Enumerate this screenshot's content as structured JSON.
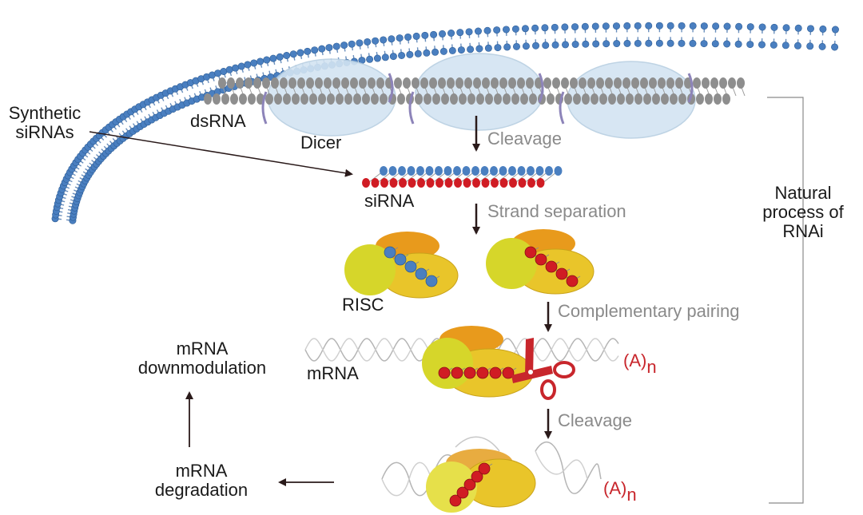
{
  "labels": {
    "synthetic_sirnas": [
      "Synthetic",
      "siRNAs"
    ],
    "dsrna": "dsRNA",
    "dicer": "Dicer",
    "sirna": "siRNA",
    "risc": "RISC",
    "mrna": "mRNA",
    "mrna_downmodulation": [
      "mRNA",
      "downmodulation"
    ],
    "mrna_degradation": [
      "mRNA",
      "degradation"
    ],
    "natural_process": [
      "Natural",
      "process of",
      "RNAi"
    ],
    "poly_a": "(A)",
    "poly_a_sub": "n"
  },
  "steps": {
    "cleavage_1": "Cleavage",
    "strand_separation": "Strand separation",
    "complementary_pairing": "Complementary pairing",
    "cleavage_2": "Cleavage"
  },
  "colors": {
    "membrane": "#3f6fa8",
    "dsrna": "#8e8e8e",
    "dicer": "#cfe0ef",
    "sirna_blue": "#4a7fc0",
    "sirna_red": "#d01c24",
    "risc_yellow": "#e9c52a",
    "risc_orange": "#e89a1c",
    "risc_lime": "#d6d62a",
    "arrow": "#2a1a1a",
    "step_text": "#8a8a8a",
    "scissors": "#c8262c"
  }
}
